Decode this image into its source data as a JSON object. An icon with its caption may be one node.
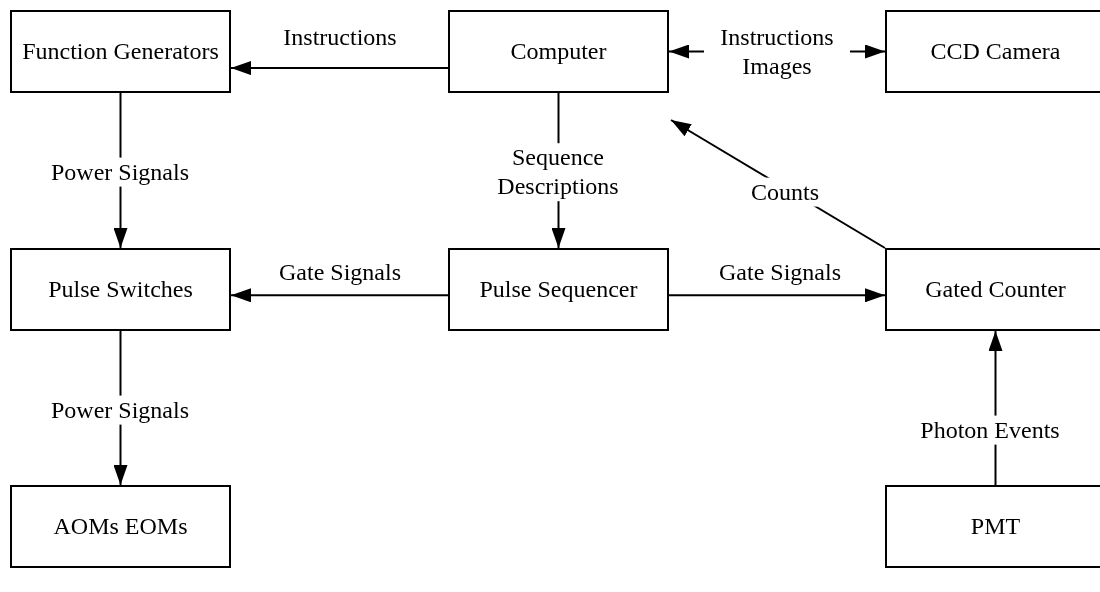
{
  "diagram": {
    "nodes": [
      {
        "text": [
          "Function Generators"
        ]
      },
      {
        "text": [
          "Computer"
        ]
      },
      {
        "text": [
          "CCD Camera"
        ]
      },
      {
        "text": [
          "Pulse Switches"
        ]
      },
      {
        "text": [
          "Pulse Sequencer"
        ]
      },
      {
        "text": [
          "Gated Counter"
        ]
      },
      {
        "text": [
          "AOMs EOMs"
        ]
      },
      {
        "text": [
          "PMT"
        ]
      }
    ],
    "edges": [
      {
        "from": 1,
        "to": 0,
        "arrow": "to",
        "label": "Instructions"
      },
      {
        "from": 1,
        "to": 2,
        "arrow": "both",
        "label": "Instructions Images"
      },
      {
        "from": 0,
        "to": 3,
        "arrow": "to",
        "label": "Power Signals"
      },
      {
        "from": 1,
        "to": 4,
        "arrow": "to",
        "label": "Sequence Descriptions"
      },
      {
        "from": 4,
        "to": 3,
        "arrow": "to",
        "label": "Gate Signals"
      },
      {
        "from": 4,
        "to": 5,
        "arrow": "to",
        "label": "Gate Signals"
      },
      {
        "from": 5,
        "to": 1,
        "arrow": "to",
        "label": "Counts"
      },
      {
        "from": 7,
        "to": 5,
        "arrow": "to",
        "label": "Photon Events"
      },
      {
        "from": 3,
        "to": 6,
        "arrow": "to",
        "label": "Power Signals"
      }
    ]
  }
}
